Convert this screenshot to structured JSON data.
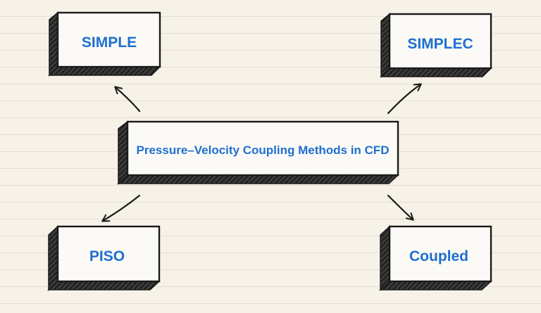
{
  "diagram": {
    "center": {
      "label": "Pressure–Velocity Coupling Methods in CFD"
    },
    "methods": [
      {
        "id": "simple",
        "label": "SIMPLE"
      },
      {
        "id": "simplec",
        "label": "SIMPLEC"
      },
      {
        "id": "piso",
        "label": "PISO"
      },
      {
        "id": "coupled",
        "label": "Coupled"
      }
    ]
  },
  "colors": {
    "background": "#f7f2e8",
    "box_fill": "#fbfaf6",
    "outline": "#1a1a1a",
    "label_text": "#1f6fd1"
  }
}
